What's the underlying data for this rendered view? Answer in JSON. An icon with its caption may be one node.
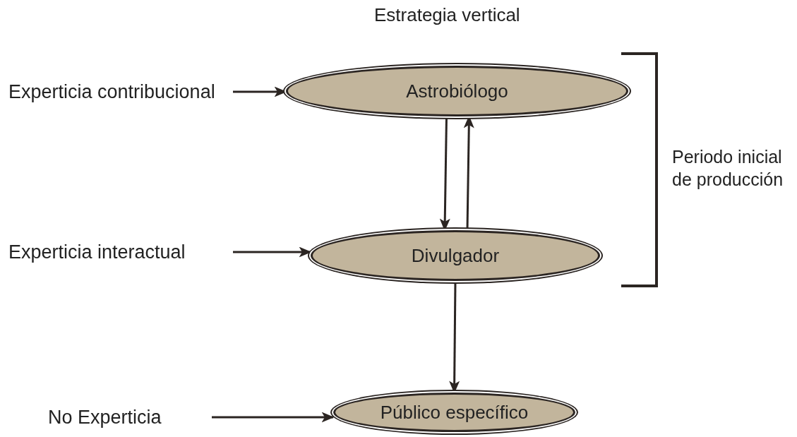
{
  "diagram": {
    "title": "Estrategia vertical",
    "nodes": [
      {
        "text": [
          "Experticia contribucional"
        ]
      },
      {
        "text": [
          "Astrobiólogo"
        ]
      },
      {
        "text": [
          "Experticia interactual"
        ]
      },
      {
        "text": [
          "Divulgador"
        ]
      },
      {
        "text": [
          "No Experticia"
        ]
      },
      {
        "text": [
          "Público específico"
        ]
      }
    ],
    "edges": [
      {
        "from": 0,
        "to": 1,
        "arrow": "to"
      },
      {
        "from": 1,
        "to": 3,
        "arrow": "to"
      },
      {
        "from": 3,
        "to": 1,
        "arrow": "to"
      },
      {
        "from": 2,
        "to": 3,
        "arrow": "to"
      },
      {
        "from": 3,
        "to": 5,
        "arrow": "to"
      },
      {
        "from": 4,
        "to": 5,
        "arrow": "to"
      }
    ],
    "labels": [
      "Periodo inicial de producción"
    ]
  }
}
